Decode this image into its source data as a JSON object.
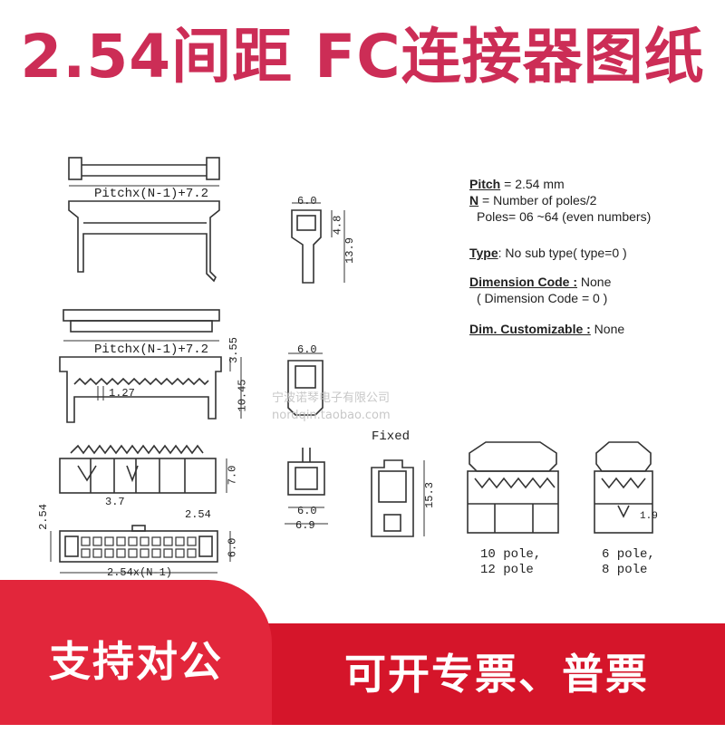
{
  "title": "2.54间距  FC连接器图纸",
  "colors": {
    "title": "#cc2d56",
    "banner_left": "#e2263b",
    "banner_right": "#d5152a",
    "line": "#333333"
  },
  "specs": {
    "pitch_label": "Pitch",
    "pitch_value": " = 2.54  mm",
    "n_label": "N",
    "n_value": " = Number of poles/2",
    "poles": "Poles= 06 ~64 (even numbers)",
    "type_label": "Type",
    "type_value": ": No sub type( type=0 )",
    "dimcode_label": "Dimension Code :",
    "dimcode_value": " None",
    "dimcode_sub": "( Dimension Code = 0 )",
    "dimcust_label": "Dim. Customizable :",
    "dimcust_value": "  None"
  },
  "dims": {
    "pitch_formula": "Pitchx(N-1)+7.2",
    "d_6_0": "6.0",
    "d_4_8": "4.8",
    "d_13_9": "13.9",
    "d_3_55": "3.55",
    "d_10_45": "10.45",
    "d_1_27": "1.27",
    "d_7_0": "7.0",
    "d_3_7": "3.7",
    "d_2_54": "2.54",
    "d_6_9": "6.9",
    "d_15_3": "15.3",
    "d_1_9": "1.9",
    "bottom_formula": "2.54x(N-1)"
  },
  "fixed_label": "Fixed",
  "pole_labels": {
    "p10": "10 pole,",
    "p12": "12 pole",
    "p6": "6 pole,",
    "p8": "8 pole"
  },
  "watermark": {
    "line1": "宁波诺琴电子有限公司",
    "line2": "nordqin.taobao.com"
  },
  "banner": {
    "left": "支持对公",
    "right": "可开专票、普票"
  }
}
